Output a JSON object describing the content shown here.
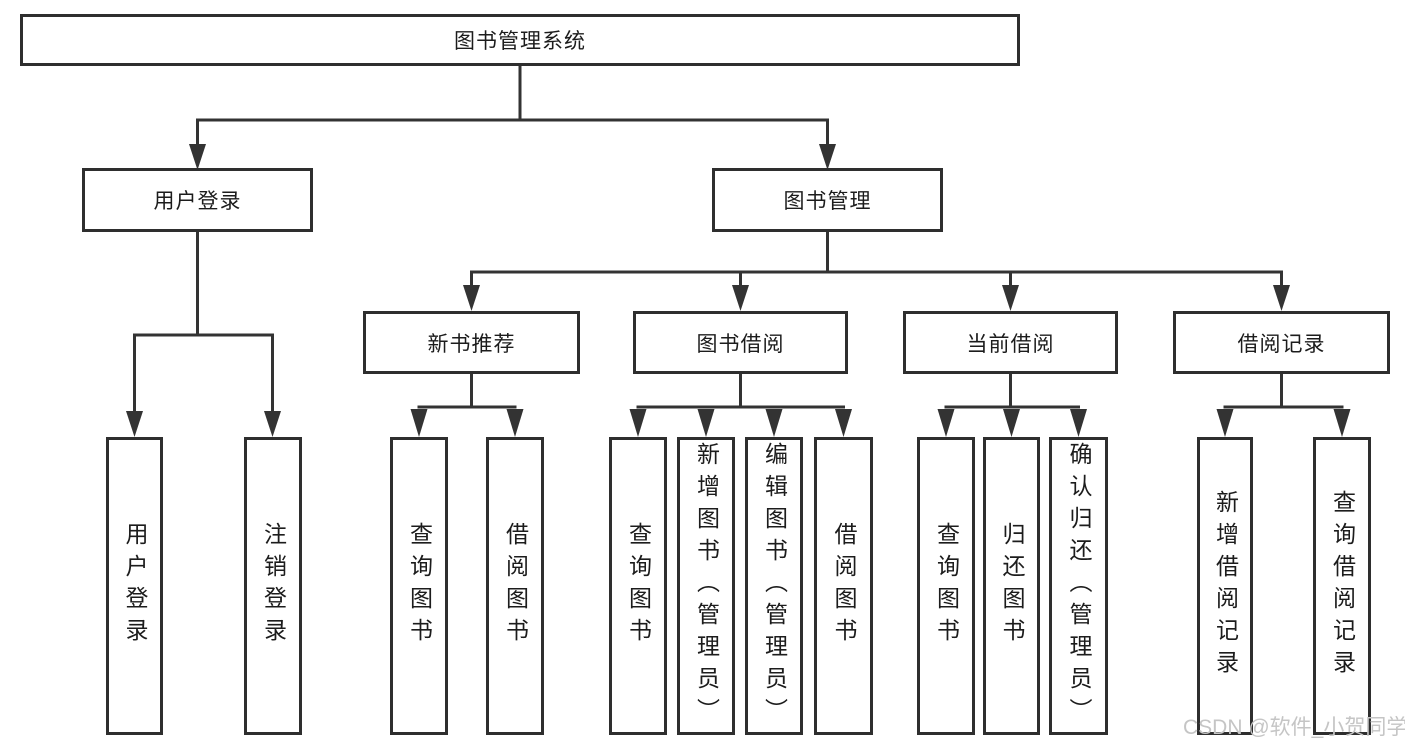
{
  "tree": {
    "root": {
      "label": "图书管理系统",
      "children": [
        {
          "label": "用户登录",
          "children": [
            {
              "label": "用户登录"
            },
            {
              "label": "注销登录"
            }
          ]
        },
        {
          "label": "图书管理",
          "children": [
            {
              "label": "新书推荐",
              "children": [
                {
                  "label": "查询图书"
                },
                {
                  "label": "借阅图书"
                }
              ]
            },
            {
              "label": "图书借阅",
              "children": [
                {
                  "label": "查询图书"
                },
                {
                  "label": "新增图书（管理员）"
                },
                {
                  "label": "编辑图书（管理员）"
                },
                {
                  "label": "借阅图书"
                }
              ]
            },
            {
              "label": "当前借阅",
              "children": [
                {
                  "label": "查询图书"
                },
                {
                  "label": "归还图书"
                },
                {
                  "label": "确认归还（管理员）"
                }
              ]
            },
            {
              "label": "借阅记录",
              "children": [
                {
                  "label": "新增借阅记录"
                },
                {
                  "label": "查询借阅记录"
                }
              ]
            }
          ]
        }
      ]
    }
  },
  "watermark": {
    "text": "CSDN @软件_小贺同学"
  },
  "colors": {
    "line": "#333333",
    "box_border": "#2e2e2e",
    "text": "#1c1c1c",
    "background": "#ffffff",
    "watermark": "#c5c5c5"
  }
}
